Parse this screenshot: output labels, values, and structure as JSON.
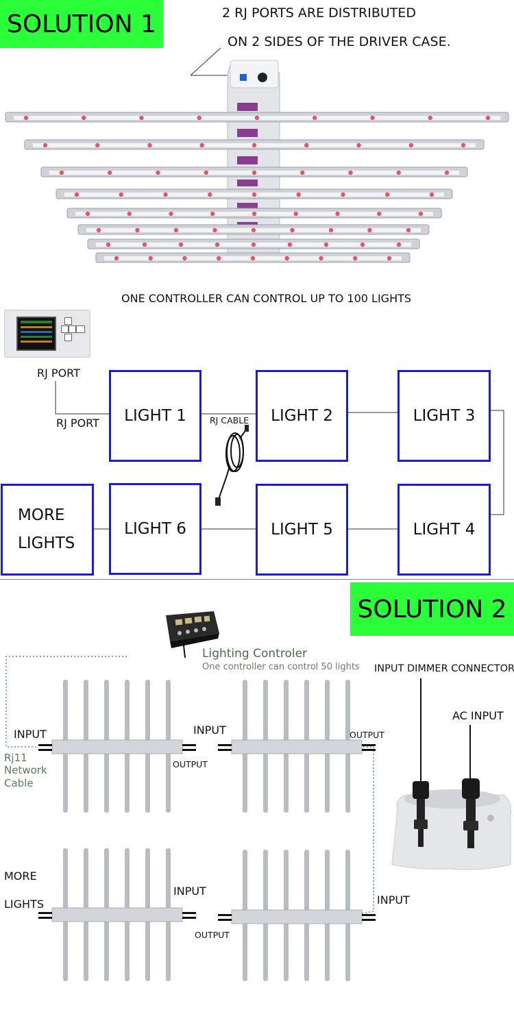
{
  "solution1": {
    "badge": "SOLUTION 1",
    "note_line1": "2 RJ PORTS ARE DISTRIBUTED",
    "note_line2": "ON 2 SIDES OF THE DRIVER CASE."
  },
  "chain": {
    "heading": "ONE CONTROLLER CAN CONTROL UP TO 100 LIGHTS",
    "rj_port_top": "RJ PORT",
    "rj_port_bottom": "RJ PORT",
    "rj_cable": "RJ CABLE",
    "lights": [
      "LIGHT 1",
      "LIGHT 2",
      "LIGHT 3",
      "LIGHT 4",
      "LIGHT 5",
      "LIGHT 6"
    ],
    "more_line1": "MORE",
    "more_line2": "LIGHTS",
    "box_color": "#1b1bd0"
  },
  "solution2": {
    "badge": "SOLUTION 2",
    "controller_title": "Lighting Controler",
    "controller_sub": "One controller can control 50 lights",
    "cable_line1": "Rj11",
    "cable_line2": "Network",
    "cable_line3": "Cable",
    "input_a": "INPUT",
    "input_b": "INPUT",
    "output_a": "OUTPUT",
    "output_b": "OUTPUT",
    "more_line1": "MORE",
    "more_line2": "LIGHTS",
    "input_c": "INPUT",
    "input_d": "INPUT",
    "output_c": "OUTPUT",
    "dimmer_label": "INPUT DIMMER CONNECTOR",
    "ac_label": "AC INPUT",
    "accent": "#2bff3a"
  }
}
